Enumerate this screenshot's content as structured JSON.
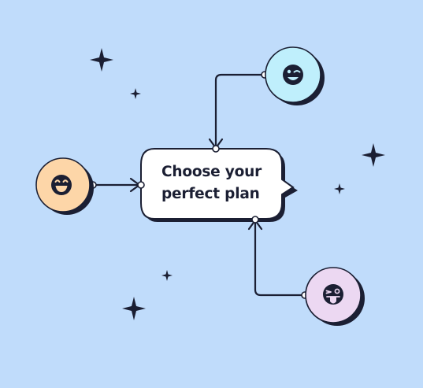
{
  "bubble": {
    "line1": "Choose your",
    "line2": "perfect plan"
  },
  "colors": {
    "background": "#c0dcfb",
    "ink": "#1b1f33",
    "bubble_fill": "#ffffff",
    "node_blue": "#bfeffc",
    "node_orange": "#fdd6a8",
    "node_pink": "#ecd8f2"
  },
  "nodes": [
    {
      "id": "left",
      "icon": "grinning-face-icon"
    },
    {
      "id": "top-right",
      "icon": "winking-face-icon"
    },
    {
      "id": "bottom-right",
      "icon": "tongue-out-winking-face-icon"
    }
  ]
}
